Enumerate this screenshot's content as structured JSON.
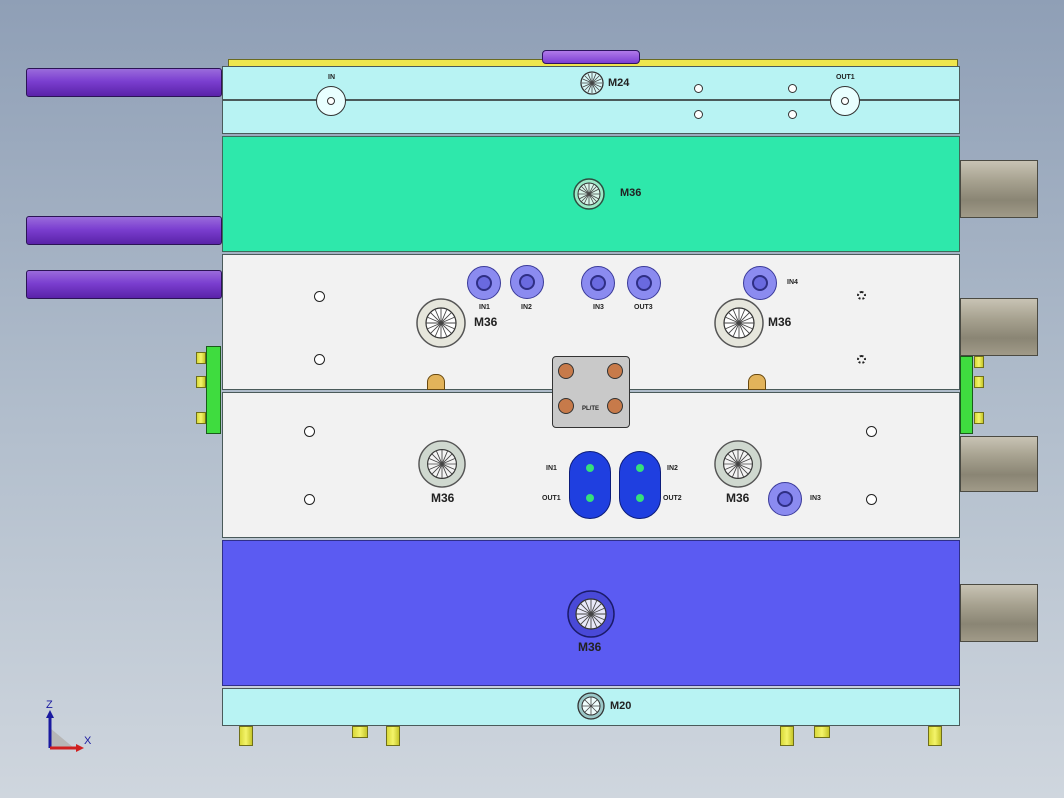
{
  "view": {
    "title": "Mold assembly CAD view - front",
    "background_top": "#8f9fb6",
    "background_bottom": "#cfd6de"
  },
  "labels": {
    "top_bolt": "M24",
    "teal_bolt": "M36",
    "upper_left_bolt": "M36",
    "upper_right_bolt": "M36",
    "lower_left_bolt": "M36",
    "lower_right_bolt": "M36",
    "blue_bolt": "M36",
    "bottom_bolt": "M20",
    "top_in": "IN",
    "top_out": "OUT1",
    "upper_in1": "IN1",
    "upper_in2": "IN2",
    "upper_in3": "IN3",
    "upper_out3": "OUT3",
    "upper_in4": "IN4",
    "lower_in1": "IN1",
    "lower_out1": "OUT1",
    "lower_in2": "IN2",
    "lower_out2": "OUT2",
    "lower_in3": "IN3",
    "center_block": "PL/TE"
  },
  "axis": {
    "z": "Z",
    "x": "X"
  },
  "colors": {
    "cyan_plate": "#b8f3f3",
    "teal_plate": "#2ee8ab",
    "white_plate": "#f2f2f2",
    "blue_plate": "#5b5bf2",
    "purple_rod": "#7b3fd0",
    "gray_cylinder": "#a7a290",
    "yellow_post": "#f4f46a",
    "green_clamp": "#3fdc3f"
  }
}
